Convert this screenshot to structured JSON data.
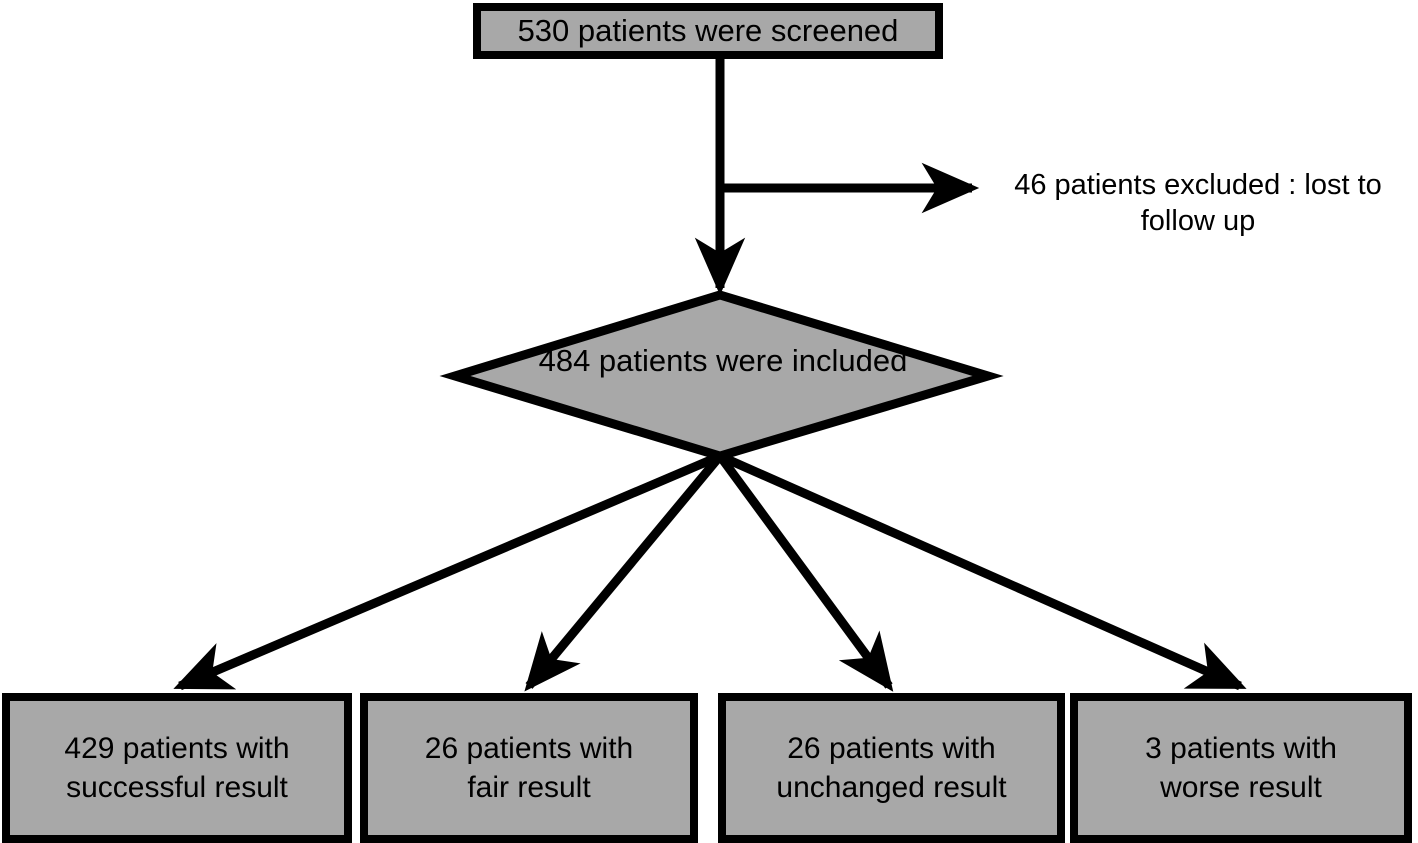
{
  "diagram": {
    "title": "Patient flow diagram",
    "colors": {
      "node_fill": "#A8A8A8",
      "node_stroke": "#000000",
      "arrow": "#000000",
      "background": "#FFFFFF",
      "text": "#000000"
    },
    "screened_box": {
      "label": "530 patients were screened",
      "shape": "rectangle",
      "count": 530
    },
    "excluded_note": {
      "label": "46 patients excluded : lost to\nfollow up",
      "shape": "text",
      "count": 46
    },
    "included_diamond": {
      "label": "484 patients were included",
      "shape": "diamond",
      "count": 484
    },
    "results": [
      {
        "label": "429 patients with\nsuccessful result",
        "count": 429,
        "outcome": "successful",
        "shape": "rectangle"
      },
      {
        "label": "26 patients with\nfair result",
        "count": 26,
        "outcome": "fair",
        "shape": "rectangle"
      },
      {
        "label": "26 patients with\nunchanged result",
        "count": 26,
        "outcome": "unchanged",
        "shape": "rectangle"
      },
      {
        "label": "3 patients with\nworse result",
        "count": 3,
        "outcome": "worse",
        "shape": "rectangle"
      }
    ],
    "connectors": [
      {
        "name": "screened-to-included",
        "from": "screened_box",
        "to": "included_diamond",
        "style": "vertical-arrow"
      },
      {
        "name": "screened-to-excluded",
        "from": "screened_box",
        "to": "excluded_note",
        "style": "horizontal-arrow"
      },
      {
        "name": "included-to-result-0",
        "from": "included_diamond",
        "to": "results.0",
        "style": "diagonal-arrow"
      },
      {
        "name": "included-to-result-1",
        "from": "included_diamond",
        "to": "results.1",
        "style": "diagonal-arrow"
      },
      {
        "name": "included-to-result-2",
        "from": "included_diamond",
        "to": "results.2",
        "style": "diagonal-arrow"
      },
      {
        "name": "included-to-result-3",
        "from": "included_diamond",
        "to": "results.3",
        "style": "diagonal-arrow"
      }
    ]
  }
}
